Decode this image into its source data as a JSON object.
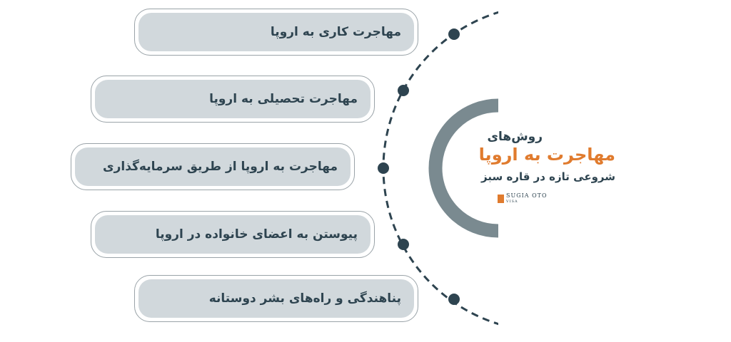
{
  "center": {
    "line1": "روش‌های",
    "line2": "مهاجرت به اروپا",
    "line3": "شروعی تازه در قاره سبز",
    "logo_text": "SUGIA OTO",
    "logo_sub": "VISA"
  },
  "items": [
    {
      "label": "مهاجرت کاری به اروپا"
    },
    {
      "label": "مهاجرت تحصیلی به اروپا"
    },
    {
      "label": "مهاجرت به اروپا از طریق سرمایه‌گذاری"
    },
    {
      "label": "پیوستن به اعضای خانواده در اروپا"
    },
    {
      "label": "پناهندگی و راه‌های بشر دوستانه"
    }
  ],
  "colors": {
    "accent": "#e07b2e",
    "text": "#2e4450",
    "pill_fill": "#d1d8dc",
    "arc": "#7a8a90",
    "dashed_line": "#2e4450"
  }
}
